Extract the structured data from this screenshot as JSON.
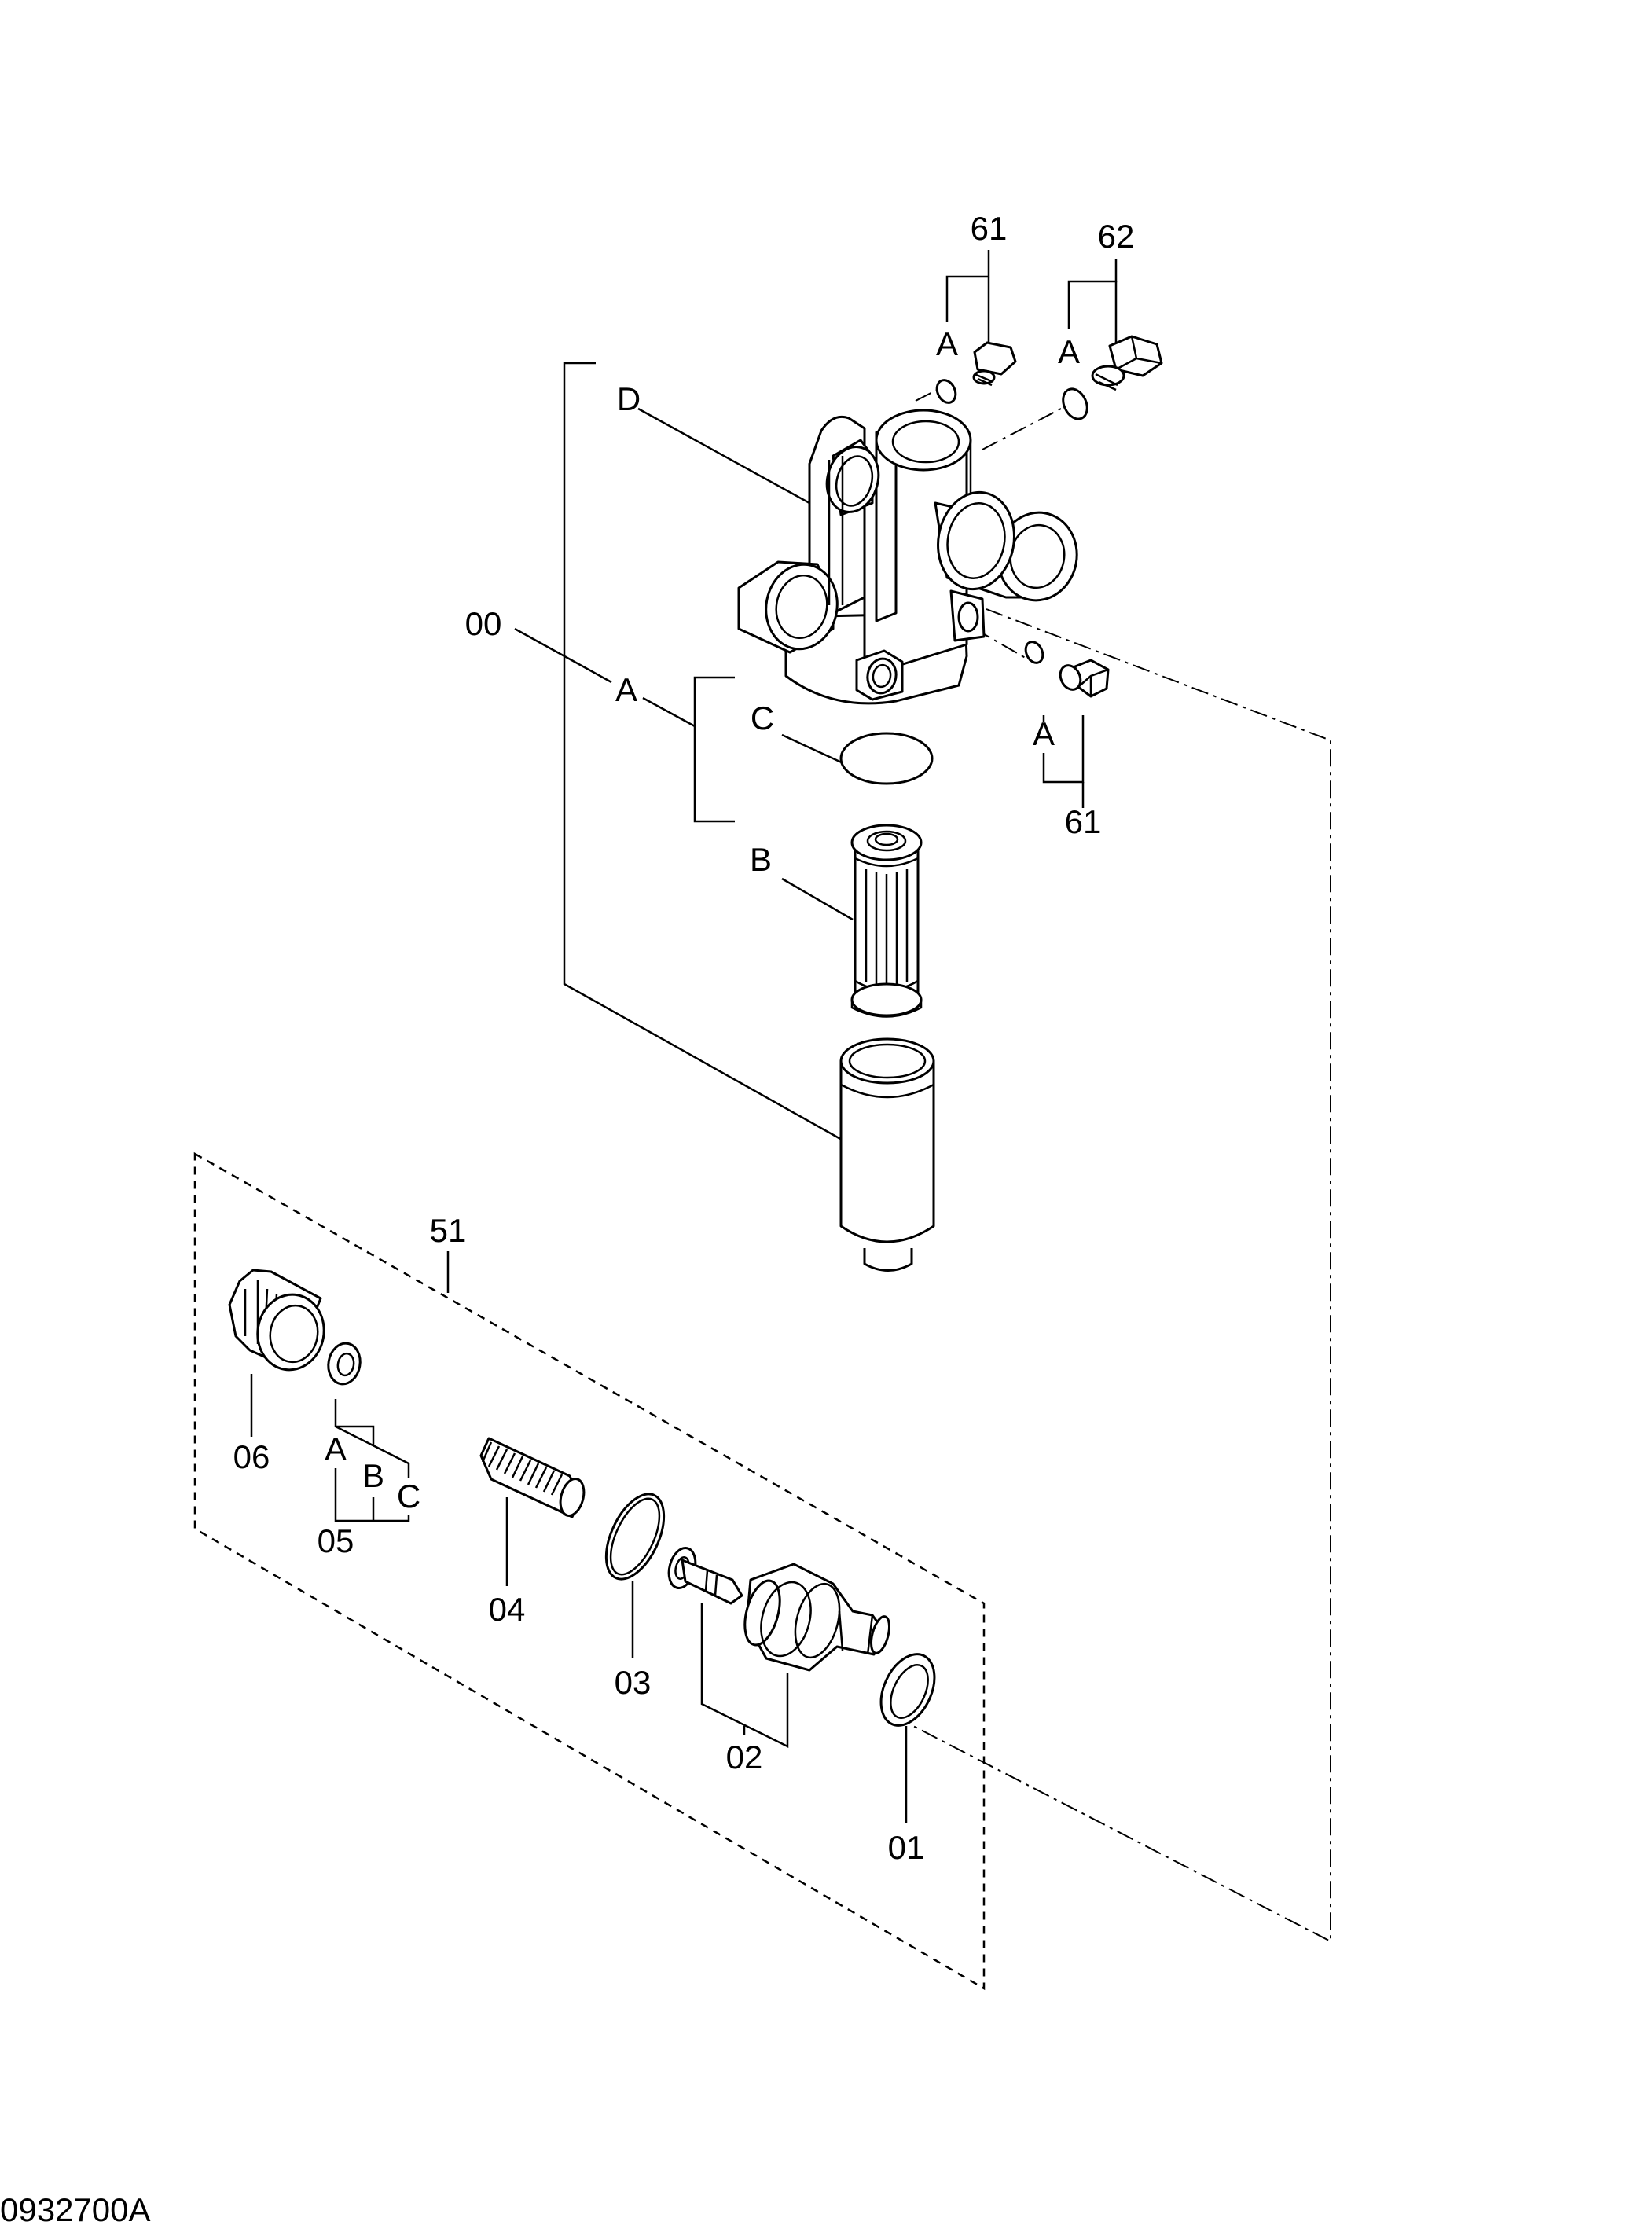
{
  "drawing_number": "0932700A",
  "labels": {
    "l61_top": "61",
    "l62": "62",
    "a_61_top": "A",
    "a_62": "A",
    "d": "D",
    "l00": "00",
    "a_00": "A",
    "c_00": "C",
    "b_00": "B",
    "a_61_right": "A",
    "l61_right": "61",
    "l51": "51",
    "l06": "06",
    "a_05": "A",
    "b_05": "B",
    "c_05": "C",
    "l05": "05",
    "l04": "04",
    "l03": "03",
    "l02": "02",
    "l01": "01"
  }
}
